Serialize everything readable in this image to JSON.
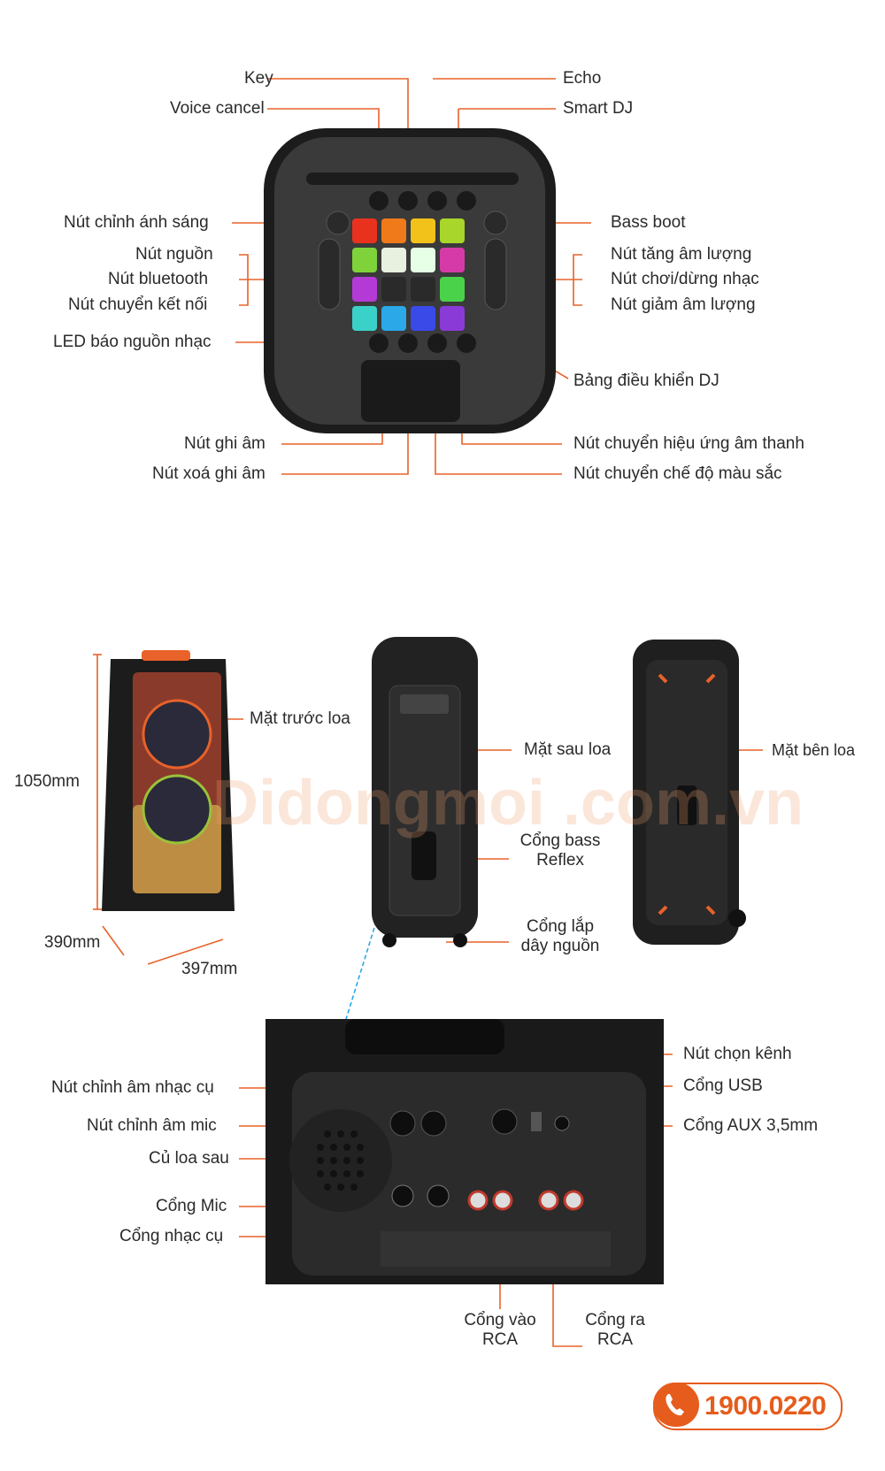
{
  "top_labels": {
    "key": "Key",
    "voice_cancel": "Voice cancel",
    "echo": "Echo",
    "smart_dj": "Smart DJ",
    "light_button": "Nút chỉnh ánh sáng",
    "power_button": "Nút nguồn",
    "bluetooth_button": "Nút bluetooth",
    "connection_button": "Nút chuyển kết nối",
    "led_source": "LED báo nguồn nhạc",
    "bass_boot": "Bass boot",
    "volume_up": "Nút tăng âm lượng",
    "play_pause": "Nút chơi/dừng nhạc",
    "volume_down": "Nút giảm âm lượng",
    "dj_panel": "Bảng điều khiển DJ",
    "record_button": "Nút ghi âm",
    "delete_record_button": "Nút xoá ghi âm",
    "sound_effect_button": "Nút chuyển hiệu ứng âm thanh",
    "color_mode_button": "Nút chuyển chế độ màu sắc"
  },
  "dimensions": {
    "height": "1050mm",
    "depth": "390mm",
    "width": "397mm"
  },
  "side_labels": {
    "front": "Mặt trước loa",
    "back": "Mặt sau loa",
    "side": "Mặt bên loa",
    "bass_reflex": "Cổng bass Reflex",
    "power_port": "Cổng lắp dây nguồn"
  },
  "rear_labels": {
    "instrument_knob": "Nút chỉnh âm nhạc cụ",
    "mic_knob": "Nút chỉnh âm mic",
    "rear_driver": "Củ loa sau",
    "mic_port": "Cổng Mic",
    "instrument_port": "Cổng nhạc cụ",
    "channel_button": "Nút chọn kênh",
    "usb_port": "Cổng USB",
    "aux_port": "Cổng AUX 3,5mm",
    "rca_in": "Cổng vào RCA",
    "rca_out": "Cổng ra RCA"
  },
  "pad_colors": [
    [
      "#e8321e",
      "#f07a1a",
      "#f2c21a",
      "#a8d62a"
    ],
    [
      "#7fd23a",
      "#e8f0e0",
      "#e6ffe6",
      "#d63aa8"
    ],
    [
      "#b43ad6",
      "#2a2a2a",
      "#2a2a2a",
      "#4ad24a"
    ],
    [
      "#3ad2c8",
      "#2aa8e8",
      "#3a4ae8",
      "#8a3ad6"
    ]
  ],
  "accent_color": "#e65c1c",
  "watermark": "Didongmoi .com.vn",
  "hotline": "1900.0220"
}
